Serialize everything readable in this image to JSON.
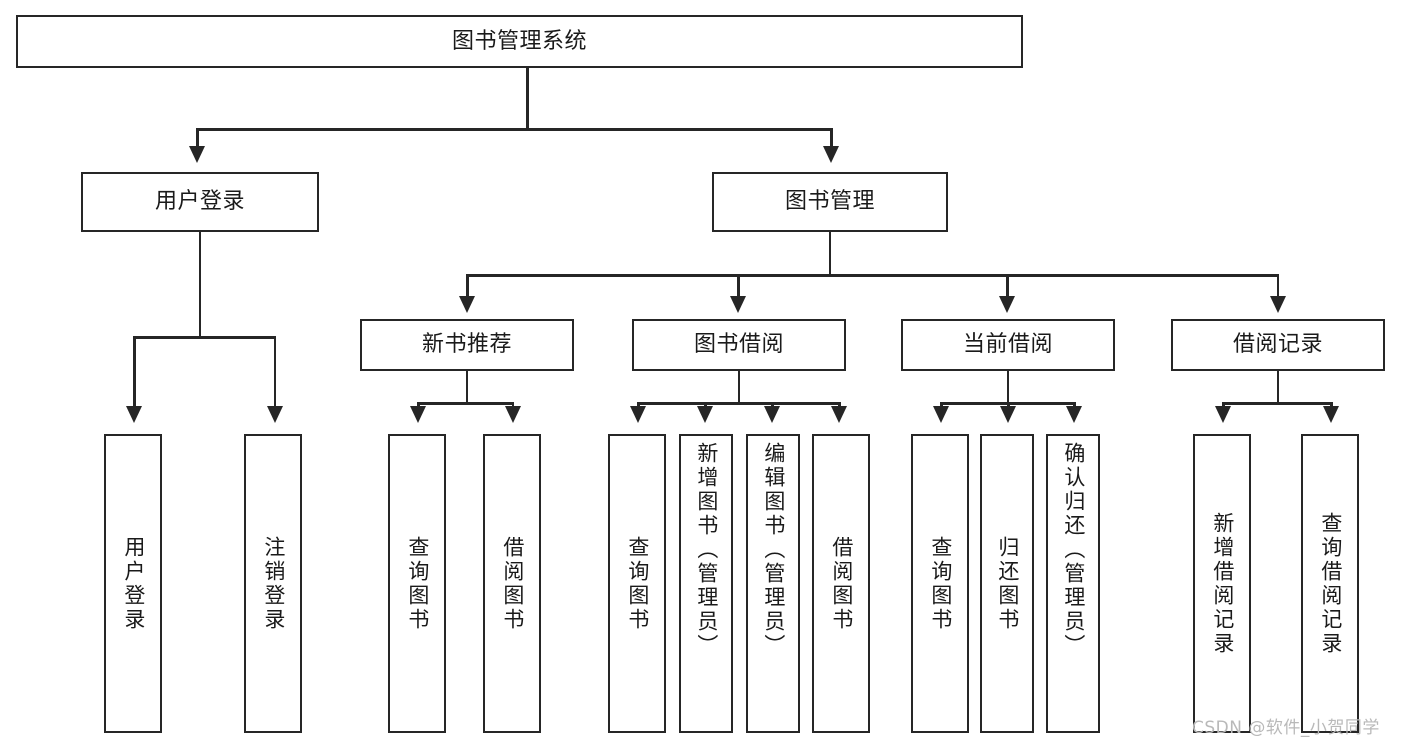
{
  "diagram": {
    "title": "图书管理系统",
    "type": "hierarchy-tree",
    "colors": {
      "stroke": "#262626",
      "fill": "#ffffff",
      "text": "#1a1a1a",
      "watermark": "#b9b9b9"
    },
    "root": {
      "label": "图书管理系统"
    },
    "level2": [
      {
        "label": "用户登录"
      },
      {
        "label": "图书管理"
      }
    ],
    "level3": [
      {
        "label": "新书推荐"
      },
      {
        "label": "图书借阅"
      },
      {
        "label": "当前借阅"
      },
      {
        "label": "借阅记录"
      }
    ],
    "leaves": {
      "user_login": [
        {
          "label": "用户登录"
        },
        {
          "label": "注销登录"
        }
      ],
      "new_book_recommend": [
        {
          "label": "查询图书"
        },
        {
          "label": "借阅图书"
        }
      ],
      "book_borrow": [
        {
          "label": "查询图书"
        },
        {
          "label": "新增图书（管理员）"
        },
        {
          "label": "编辑图书（管理员）"
        },
        {
          "label": "借阅图书"
        }
      ],
      "current_borrow": [
        {
          "label": "查询图书"
        },
        {
          "label": "归还图书"
        },
        {
          "label": "确认归还（管理员）"
        }
      ],
      "borrow_record": [
        {
          "label": "新增借阅记录"
        },
        {
          "label": "查询借阅记录"
        }
      ]
    }
  },
  "watermark": {
    "text": "CSDN @软件_小贺同学"
  }
}
